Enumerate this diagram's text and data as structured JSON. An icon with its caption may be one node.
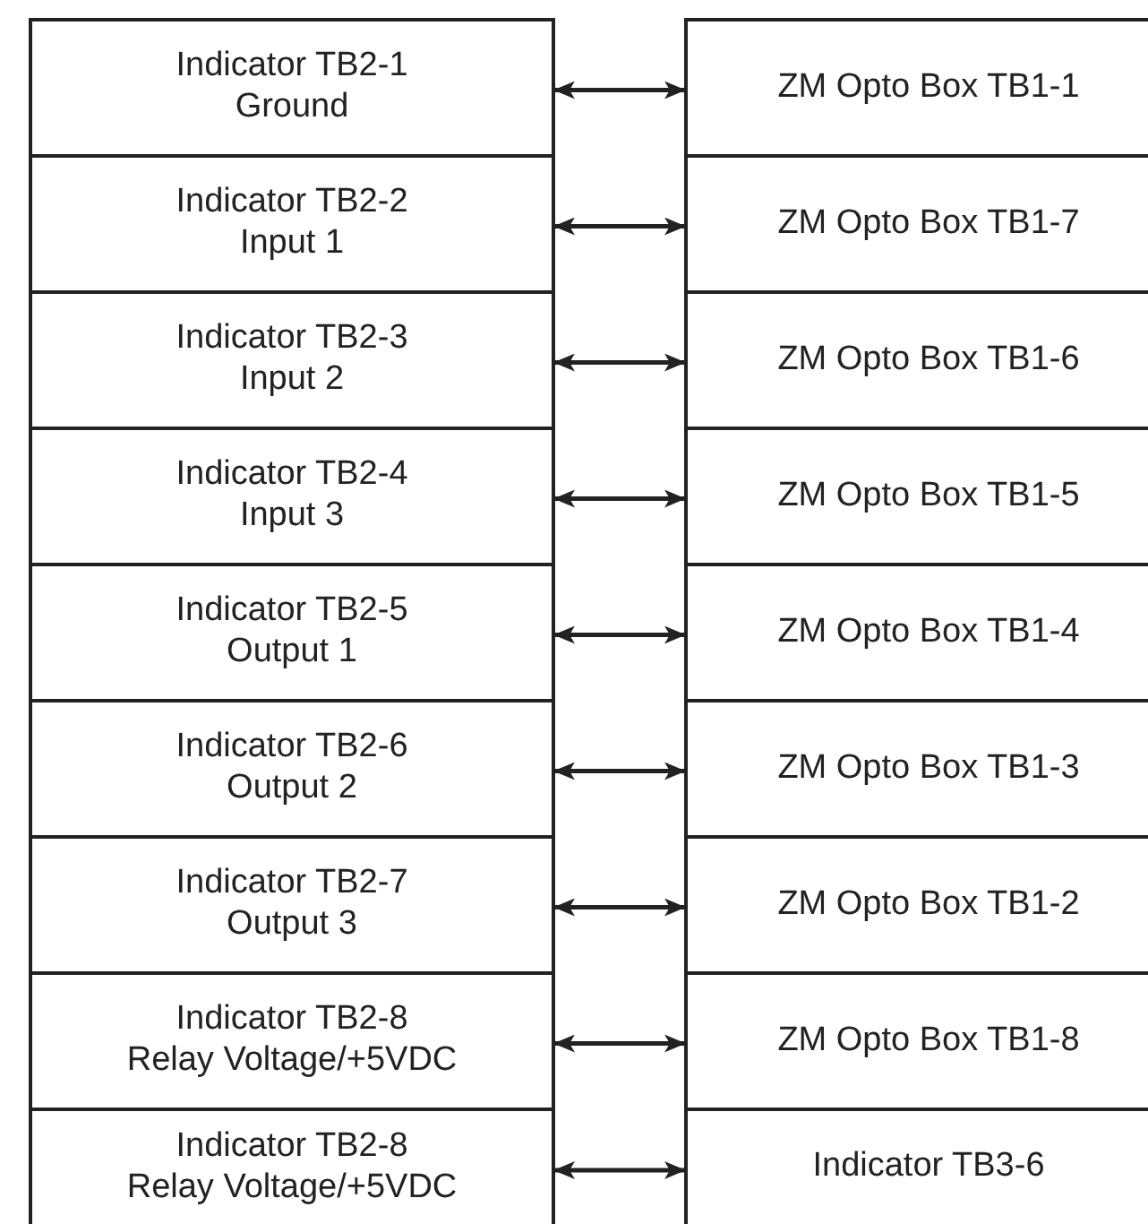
{
  "diagram": {
    "nodes": [
      {
        "text": [
          "Indicator TB2-1",
          "Ground"
        ]
      },
      {
        "text": [
          "ZM Opto Box TB1-1"
        ]
      },
      {
        "text": [
          "Indicator TB2-2",
          "Input 1"
        ]
      },
      {
        "text": [
          "ZM Opto Box TB1-7"
        ]
      },
      {
        "text": [
          "Indicator TB2-3",
          "Input 2"
        ]
      },
      {
        "text": [
          "ZM Opto Box TB1-6"
        ]
      },
      {
        "text": [
          "Indicator TB2-4",
          "Input 3"
        ]
      },
      {
        "text": [
          "ZM Opto Box TB1-5"
        ]
      },
      {
        "text": [
          "Indicator TB2-5",
          "Output 1"
        ]
      },
      {
        "text": [
          "ZM Opto Box TB1-4"
        ]
      },
      {
        "text": [
          "Indicator TB2-6",
          "Output 2"
        ]
      },
      {
        "text": [
          "ZM Opto Box TB1-3"
        ]
      },
      {
        "text": [
          "Indicator TB2-7",
          "Output 3"
        ]
      },
      {
        "text": [
          "ZM Opto Box TB1-2"
        ]
      },
      {
        "text": [
          "Indicator TB2-8",
          "Relay Voltage/+5VDC"
        ]
      },
      {
        "text": [
          "ZM Opto Box TB1-8"
        ]
      },
      {
        "text": [
          "Indicator TB2-8",
          "Relay Voltage/+5VDC"
        ]
      },
      {
        "text": [
          "Indicator TB3-6"
        ]
      }
    ],
    "edges": [
      {
        "from": 0,
        "to": 1,
        "arrow": "both"
      },
      {
        "from": 2,
        "to": 3,
        "arrow": "both"
      },
      {
        "from": 4,
        "to": 5,
        "arrow": "both"
      },
      {
        "from": 6,
        "to": 7,
        "arrow": "both"
      },
      {
        "from": 8,
        "to": 9,
        "arrow": "both"
      },
      {
        "from": 10,
        "to": 11,
        "arrow": "both"
      },
      {
        "from": 12,
        "to": 13,
        "arrow": "both"
      },
      {
        "from": 14,
        "to": 15,
        "arrow": "both"
      },
      {
        "from": 16,
        "to": 17,
        "arrow": "both"
      }
    ]
  }
}
